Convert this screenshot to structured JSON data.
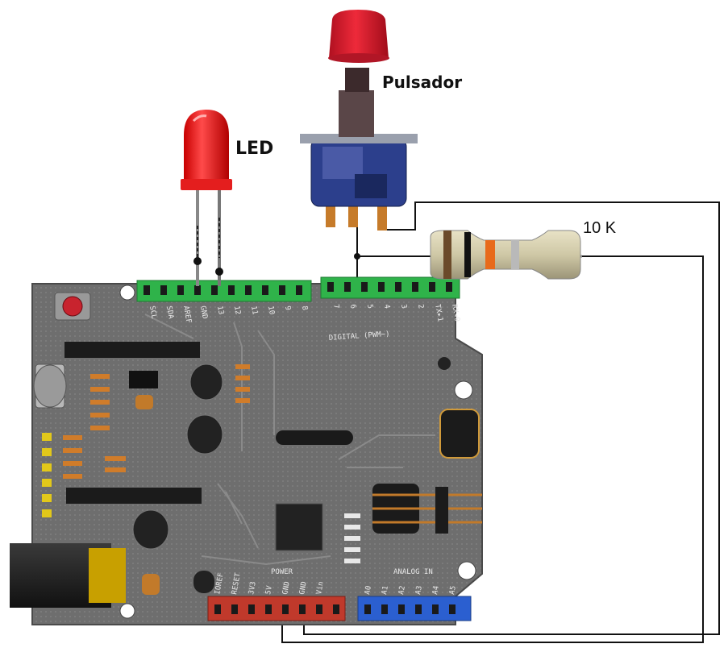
{
  "labels": {
    "led": "LED",
    "button": "Pulsador",
    "resistor": "10 K"
  },
  "board": {
    "digital_pins_low": [
      "SCL",
      "SDA",
      "AREF",
      "GND",
      "13",
      "12",
      "11",
      "10",
      "9",
      "8"
    ],
    "digital_pins_high": [
      "7",
      "6",
      "5",
      "4",
      "3",
      "2",
      "TX▸1",
      "RX◂0"
    ],
    "digital_caption": "DIGITAL (PWM~)",
    "power_caption": "POWER",
    "power_pins": [
      "IOREF",
      "RESET",
      "3V3",
      "5V",
      "GND",
      "GND",
      "Vin"
    ],
    "analog_caption": "ANALOG IN",
    "analog_pins": [
      "A0",
      "A1",
      "A2",
      "A3",
      "A4",
      "A5"
    ]
  },
  "colors": {
    "board": "#6b6b6b",
    "header_green": "#2fb34a",
    "header_red": "#c0392b",
    "header_blue": "#2b5fd0",
    "led_red": "#ff2a2a",
    "button_cap": "#e21b2e",
    "button_body": "#2c3f8c",
    "resistor_body": "#c9c2a0",
    "wire": "#111111"
  }
}
